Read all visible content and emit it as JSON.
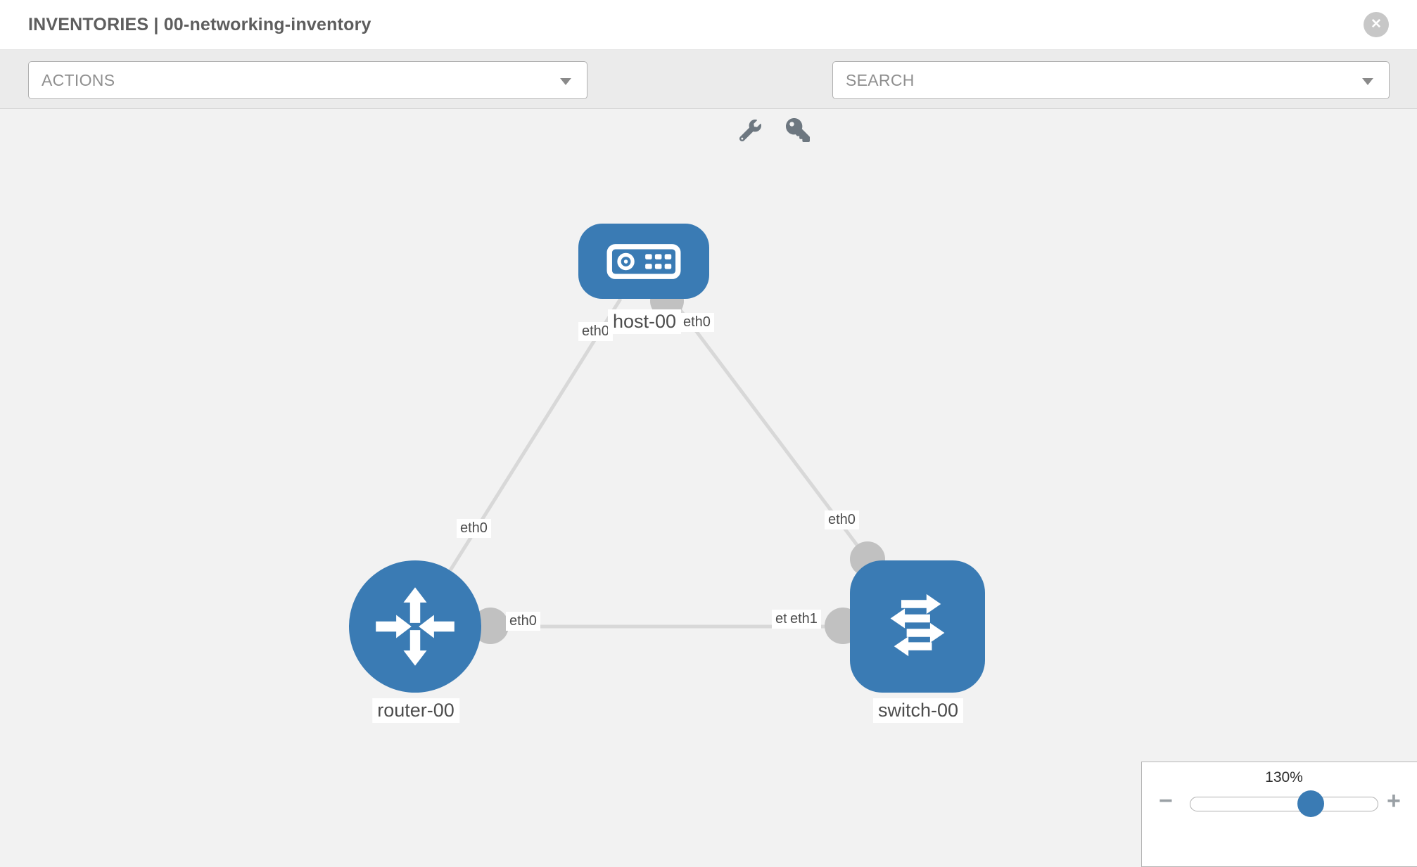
{
  "header": {
    "title": "INVENTORIES | 00-networking-inventory",
    "close_label": "✕"
  },
  "toolbar": {
    "actions_placeholder": "ACTIONS",
    "search_placeholder": "SEARCH",
    "icons": [
      "wrench-icon",
      "key-icon"
    ]
  },
  "canvas": {
    "nodes": [
      {
        "id": "host-00",
        "type": "host",
        "label": "host-00"
      },
      {
        "id": "router-00",
        "type": "router",
        "label": "router-00"
      },
      {
        "id": "switch-00",
        "type": "switch",
        "label": "switch-00"
      }
    ],
    "links": [
      {
        "from": "host-00",
        "to": "router-00",
        "from_interface": "eth0",
        "to_interface": "eth0"
      },
      {
        "from": "host-00",
        "to": "switch-00",
        "from_interface": "eth0",
        "to_interface": "eth0"
      },
      {
        "from": "router-00",
        "to": "switch-00",
        "from_interface": "eth0",
        "to_interface": "eth1"
      }
    ],
    "interface_chips": [
      {
        "text": "eth0",
        "at": "host-left"
      },
      {
        "text": "eth0",
        "at": "host-right"
      },
      {
        "text": "eth0",
        "at": "router-top"
      },
      {
        "text": "eth0",
        "at": "switch-top"
      },
      {
        "text": "eth0",
        "at": "router-right"
      },
      {
        "text": "eth0",
        "at": "switch-left-under"
      },
      {
        "text": "eth1",
        "at": "switch-left"
      }
    ]
  },
  "zoom_control": {
    "level": "130%",
    "minus_label": "−",
    "plus_label": "+"
  },
  "colors": {
    "node_blue": "#3a7bb4",
    "edge_gray": "#d8d8d8",
    "port_gray": "#c1c1c1",
    "toolbar_bg": "#ebebeb",
    "canvas_bg": "#f2f2f2",
    "label_text": "#4d4d4d"
  }
}
